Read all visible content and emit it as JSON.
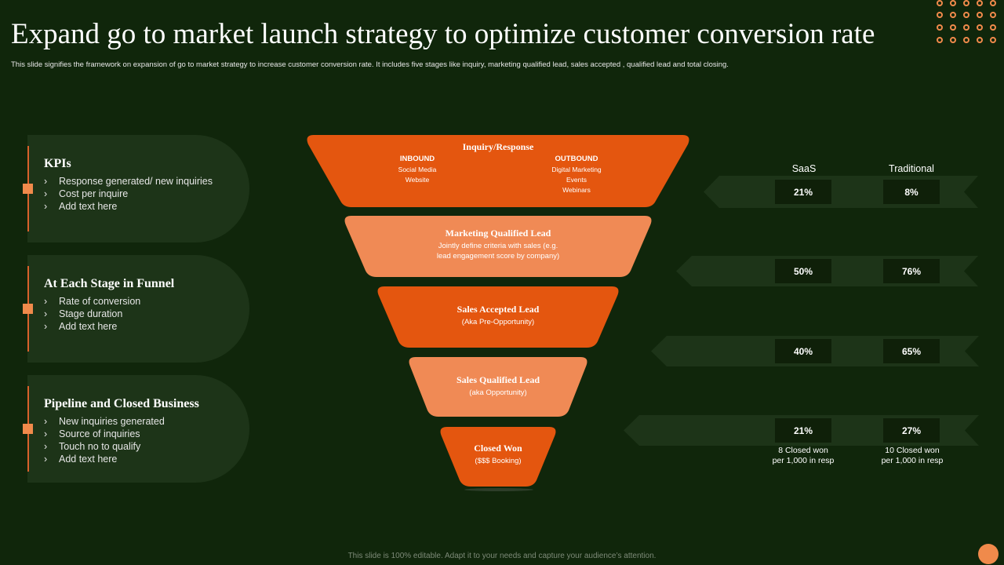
{
  "title": "Expand go to market launch strategy to optimize customer conversion rate",
  "subtitle": "This slide signifies the framework on expansion of go to market strategy to increase customer conversion rate. It includes five stages like inquiry, marketing qualified lead, sales accepted , qualified lead and total closing.",
  "colors": {
    "background": "#10260b",
    "card": "#1d3418",
    "orange_dark": "#e4560f",
    "orange_light": "#f08a55",
    "accent": "#f08a4b",
    "band": "#1d3418",
    "value_box": "#0f2009"
  },
  "cards": [
    {
      "title": "KPIs",
      "items": [
        "Response generated/ new inquiries",
        "Cost per inquire",
        "Add text here"
      ]
    },
    {
      "title": "At Each Stage in Funnel",
      "items": [
        "Rate of conversion",
        "Stage duration",
        "Add text here"
      ]
    },
    {
      "title": "Pipeline and Closed Business",
      "items": [
        "New inquiries generated",
        "Source of inquiries",
        "Touch no to qualify",
        "Add text here"
      ]
    }
  ],
  "funnel": {
    "stage1": {
      "title": "Inquiry/Response",
      "inbound": {
        "head": "INBOUND",
        "items": [
          "Social Media",
          "Website"
        ]
      },
      "outbound": {
        "head": "OUTBOUND",
        "items": [
          "Digital Marketing",
          "Events",
          "Webinars"
        ]
      }
    },
    "stage2": {
      "title": "Marketing Qualified Lead",
      "desc1": "Jointly define criteria with sales (e.g.",
      "desc2": "lead engagement score by company)"
    },
    "stage3": {
      "title": "Sales Accepted Lead",
      "desc1": "(Aka Pre-Opportunity)"
    },
    "stage4": {
      "title": "Sales Qualified Lead",
      "desc1": "(aka Opportunity)"
    },
    "stage5": {
      "title": "Closed Won",
      "desc1": "($$$ Booking)"
    }
  },
  "comparison": {
    "col1": "SaaS",
    "col2": "Traditional",
    "rows": [
      {
        "saas": "21%",
        "traditional": "8%"
      },
      {
        "saas": "50%",
        "traditional": "76%"
      },
      {
        "saas": "40%",
        "traditional": "65%"
      },
      {
        "saas": "21%",
        "traditional": "27%"
      }
    ],
    "notes": {
      "saas_line1": "8 Closed won",
      "saas_line2": "per 1,000 in resp",
      "traditional_line1": "10 Closed won",
      "traditional_line2": "per 1,000 in resp"
    }
  },
  "footer": "This slide is 100% editable. Adapt it to your needs and capture your audience’s attention."
}
